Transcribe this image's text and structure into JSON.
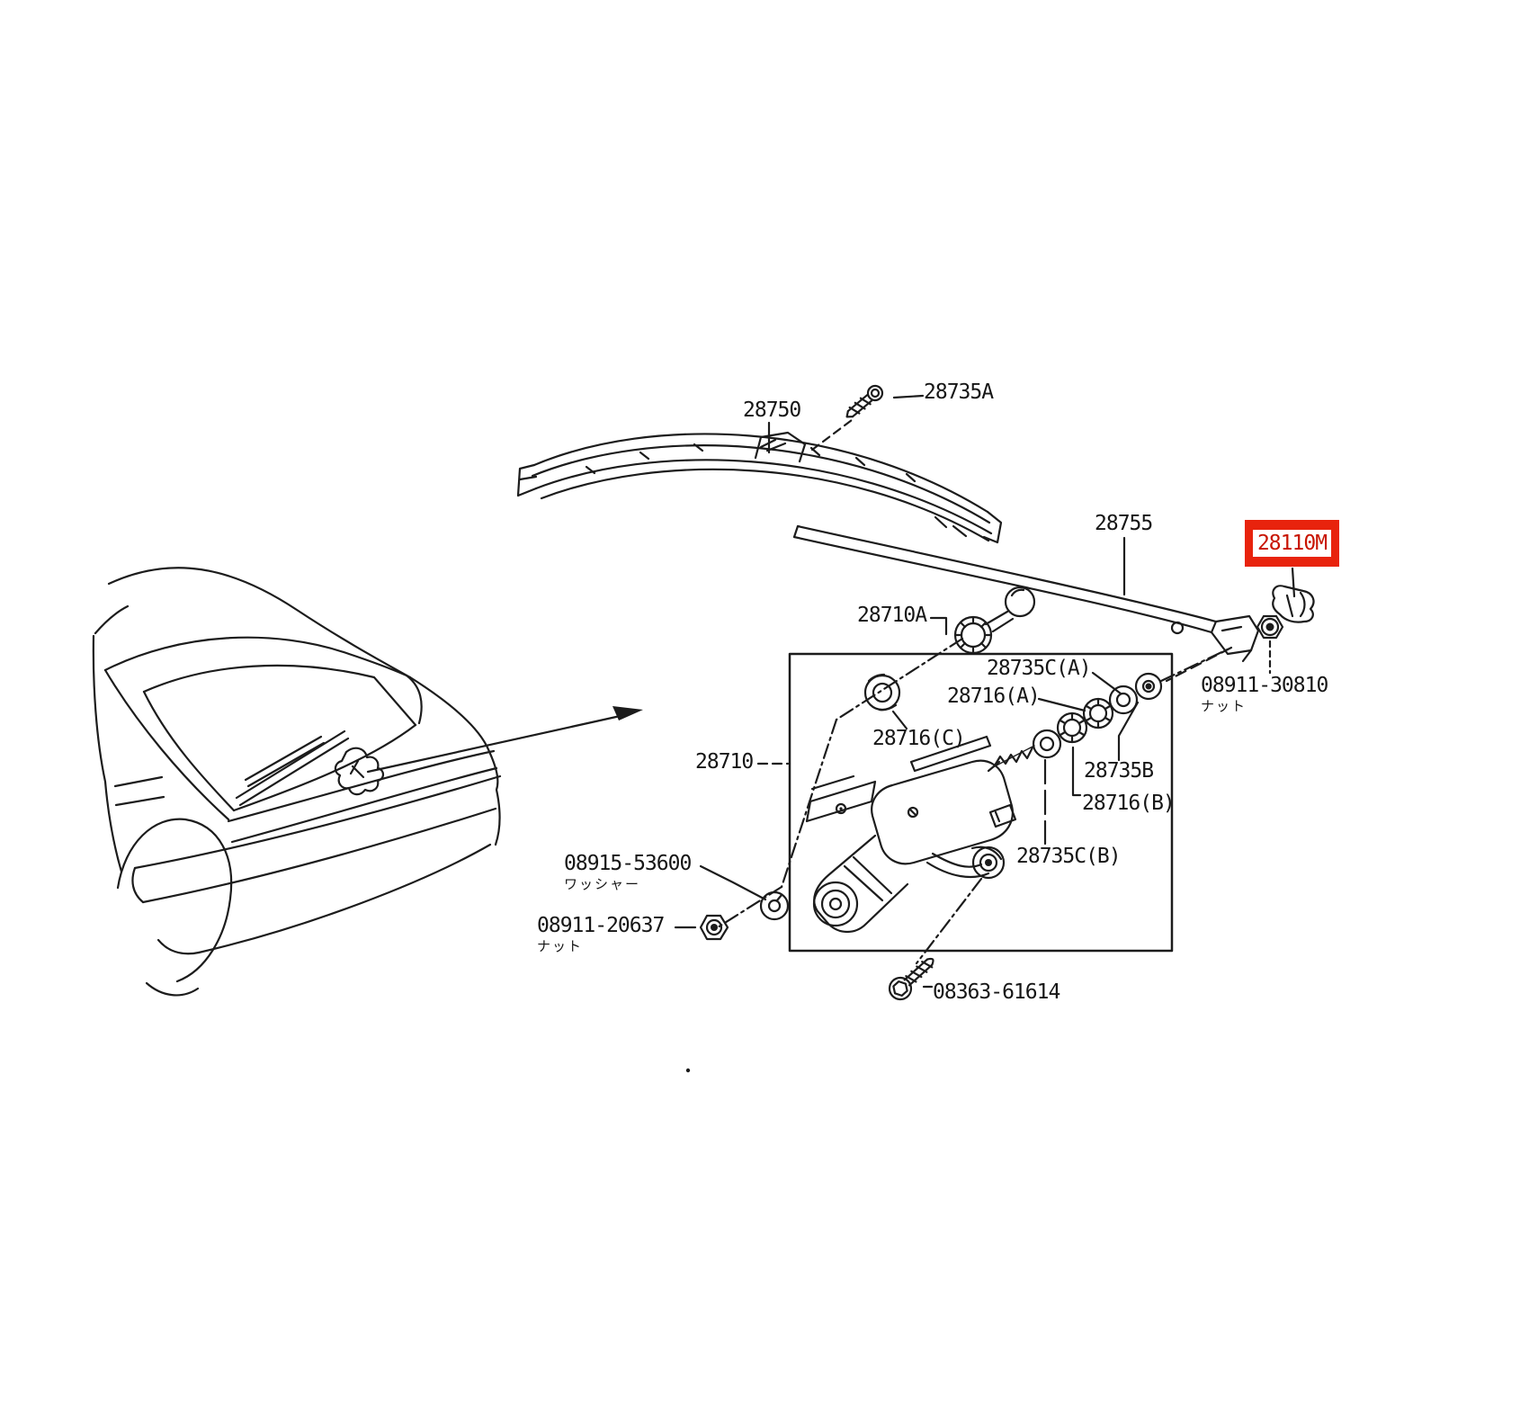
{
  "diagram": {
    "background": "#ffffff",
    "line_color": "#1c1c1c",
    "highlight": {
      "box_color": "#e8230d",
      "text_color": "#c81400"
    },
    "parts": {
      "p28750": {
        "label": "28750"
      },
      "p28735A": {
        "label": "28735A"
      },
      "p28755": {
        "label": "28755"
      },
      "p28110M": {
        "label": "28110M",
        "highlighted": true
      },
      "p28710A": {
        "label": "28710A"
      },
      "p28735CA": {
        "label": "28735C(A)"
      },
      "p28716A": {
        "label": "28716(A)"
      },
      "p28716C": {
        "label": "28716(C)"
      },
      "p28710": {
        "label": "28710"
      },
      "p28735B": {
        "label": "28735B"
      },
      "p28716B": {
        "label": "28716(B)"
      },
      "p28735CB": {
        "label": "28735C(B)"
      },
      "p08915_53600": {
        "label": "08915-53600",
        "caption": "ワッシャー"
      },
      "p08911_20637": {
        "label": "08911-20637",
        "caption": "ナット"
      },
      "p08911_30810": {
        "label": "08911-30810",
        "caption": "ナット"
      },
      "p08363_61614": {
        "label": "08363-61614"
      }
    }
  }
}
